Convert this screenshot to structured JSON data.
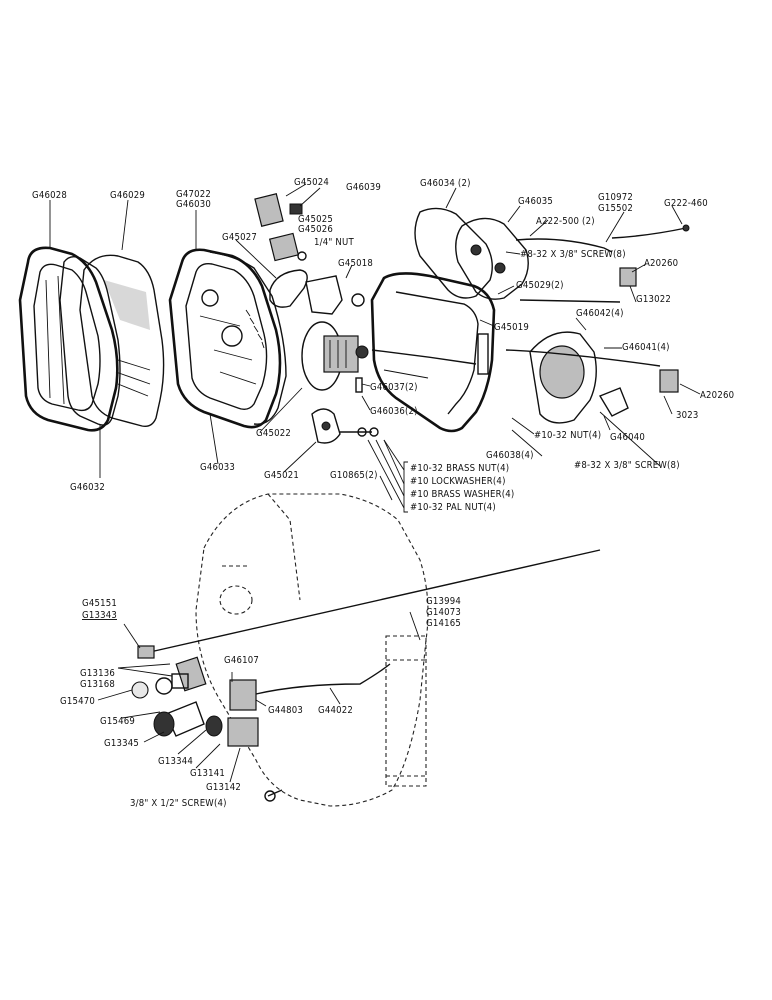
{
  "labels": {
    "l01": "G46028",
    "l02": "G46029",
    "l03": "G47022",
    "l04": "G46030",
    "l05": "G45024",
    "l06": "G46039",
    "l07": "G46034 (2)",
    "l08": "G46035",
    "l09": "G10972",
    "l10": "G15502",
    "l11": "G222-460",
    "l12": "G45025",
    "l13": "G45026",
    "l14": "G45027",
    "l15": "1/4\" NUT",
    "l16": "A222-500 (2)",
    "l17": "G45018",
    "l18": "#8-32 X 3/8\" SCREW(8)",
    "l19": "A20260",
    "l20": "G13022",
    "l21": "G45029(2)",
    "l22": "G46042(4)",
    "l23": "G45019",
    "l24": "G46041(4)",
    "l25": "A20260",
    "l26": "3023",
    "l27": "G46037(2)",
    "l28": "G46036(2)",
    "l29": "G45022",
    "l30": "G46033",
    "l31": "G46032",
    "l32": "G46040",
    "l33": "#10-32 NUT(4)",
    "l34": "G46038(4)",
    "l35": "#8-32 X 3/8\" SCREW(8)",
    "l36": "G45021",
    "l37": "G10865(2)",
    "l38": "#10-32 BRASS NUT(4)",
    "l39": "#10 LOCKWASHER(4)",
    "l40": "#10 BRASS WASHER(4)",
    "l41": "#10-32 PAL NUT(4)",
    "l42": "G45151",
    "l43": "G13343",
    "l44": "G13994",
    "l45": "G14073",
    "l46": "G14165",
    "l47": "G13136",
    "l48": "G13168",
    "l49": "G46107",
    "l50": "G15470",
    "l51": "G15469",
    "l52": "G44803",
    "l53": "G44022",
    "l54": "G13345",
    "l55": "G13344",
    "l56": "G13141",
    "l57": "G13142",
    "l58": "3/8\" X 1/2\" SCREW(4)"
  }
}
